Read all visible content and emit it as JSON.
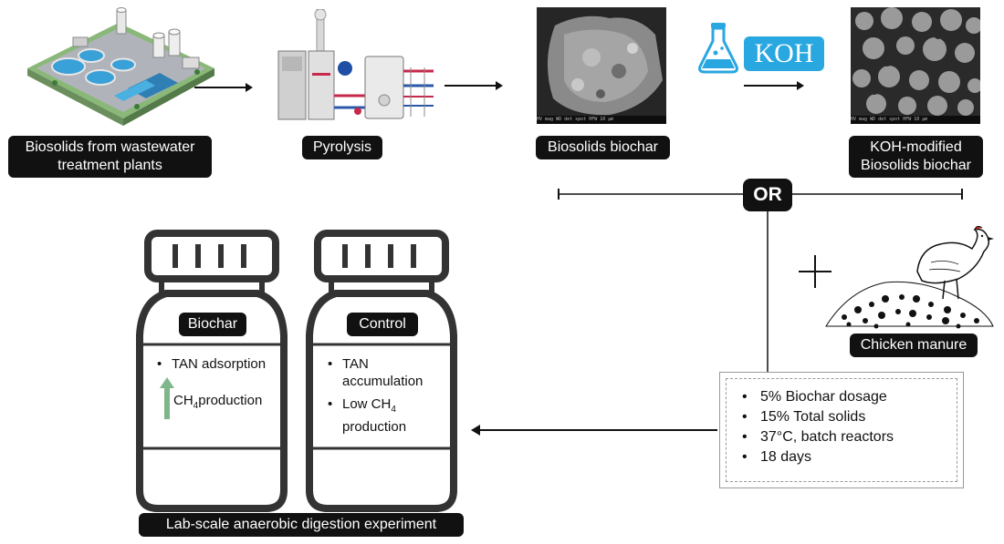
{
  "stages": {
    "wwtp_label_line1": "Biosolids from wastewater",
    "wwtp_label_line2": "treatment plants",
    "pyrolysis_label": "Pyrolysis",
    "biochar_label": "Biosolids biochar",
    "koh_badge": "KOH",
    "koh_label_line1": "KOH-modified",
    "koh_label_line2": "Biosolids biochar"
  },
  "or_badge": "OR",
  "chicken_manure_label": "Chicken manure",
  "conditions": [
    "5% Biochar dosage",
    "15% Total solids",
    "37°C, batch reactors",
    "18 days"
  ],
  "bottles": {
    "biochar": {
      "label": "Biochar",
      "item1": "TAN adsorption",
      "item2_prefix": "CH",
      "item2_sub": "4",
      "item2_suffix": "production"
    },
    "control": {
      "label": "Control",
      "item1_line1": "TAN",
      "item1_line2": "accumulation",
      "item2_prefix": "Low CH",
      "item2_sub": "4",
      "item2_suffix": "production"
    }
  },
  "experiment_label": "Lab-scale anaerobic digestion experiment",
  "sem_footer_text": "HV  mag  WD  det  spot  HFW  10 µm",
  "colors": {
    "badge_bg": "#111111",
    "koh_blue": "#29a7e0",
    "up_arrow_green": "#7fb68a",
    "bottle_stroke": "#333333"
  },
  "icons": {
    "wwtp": "wastewater-plant-illustration",
    "pyrolysis": "pyrolysis-boiler-illustration",
    "flask": "flask-icon",
    "chicken": "chicken-illustration",
    "plus": "plus-icon",
    "up_arrow": "up-arrow-icon"
  }
}
